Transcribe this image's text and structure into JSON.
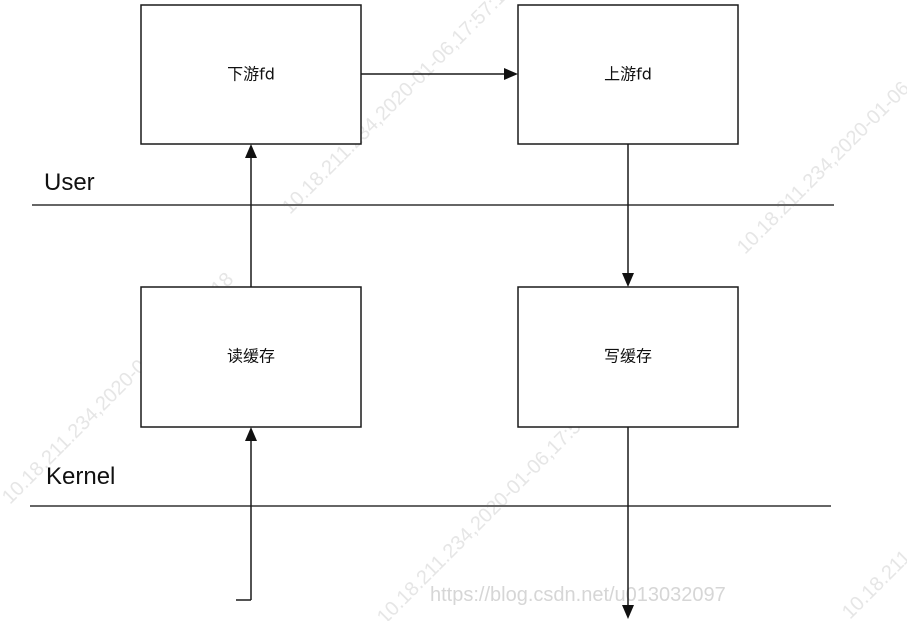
{
  "watermark": {
    "diagonal_text": "10.18.211.234,2020-01-06,17:57:18",
    "url": "https://blog.csdn.net/u013032097"
  },
  "layers": {
    "user": "User",
    "kernel": "Kernel"
  },
  "boxes": {
    "downstream_fd": "下游fd",
    "upstream_fd": "上游fd",
    "read_buffer": "读缓存",
    "write_buffer": "写缓存"
  },
  "colors": {
    "stroke": "#1a1a1a",
    "layer_line": "#666666",
    "watermark": "#e6e6e6"
  }
}
